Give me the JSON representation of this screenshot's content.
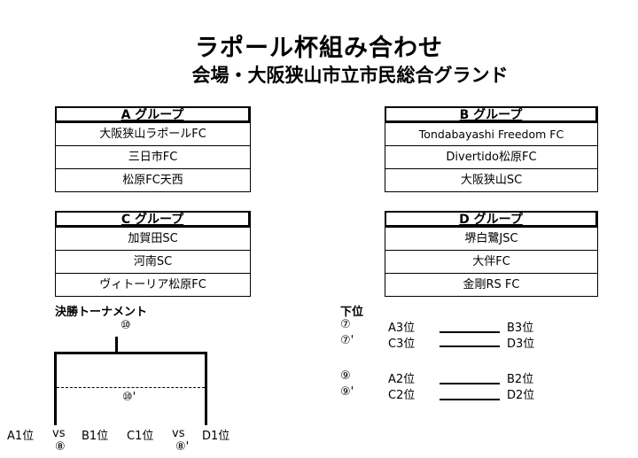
{
  "header": {
    "title": "ラポール杯組み合わせ",
    "venue": "会場・大阪狭山市立市民総合グランド"
  },
  "groups": [
    {
      "name": "A グループ",
      "teams": [
        "大阪狭山ラポールFC",
        "三日市FC",
        "松原FC天西"
      ]
    },
    {
      "name": "B グループ",
      "teams": [
        "Tondabayashi Freedom FC",
        "Divertido松原FC",
        "大阪狭山SC"
      ]
    },
    {
      "name": "C グループ",
      "teams": [
        "加賀田SC",
        "河南SC",
        "ヴィトーリア松原FC"
      ]
    },
    {
      "name": "D グループ",
      "teams": [
        "堺白鷺JSC",
        "大伴FC",
        "金剛RS FC"
      ]
    }
  ],
  "final": {
    "title": "決勝トーナメント",
    "final_match_no": "⑩",
    "third_place_match_no": "⑩'",
    "slots": [
      "A1位",
      "vs",
      "B1位",
      "C1位",
      "vs",
      "D1位"
    ],
    "semi_match_nos": [
      "⑧",
      "⑧'"
    ]
  },
  "placement": {
    "title": "下位",
    "matches": [
      {
        "no": "⑦",
        "left": "A3位",
        "right": "B3位"
      },
      {
        "no": "⑦'",
        "left": "C3位",
        "right": "D3位"
      },
      {
        "no": "⑨",
        "left": "A2位",
        "right": "B2位"
      },
      {
        "no": "⑨'",
        "left": "C2位",
        "right": "D2位"
      }
    ]
  }
}
